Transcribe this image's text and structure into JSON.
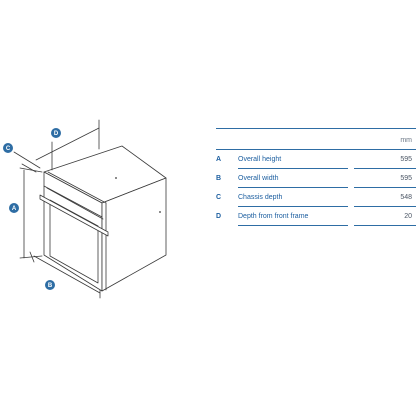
{
  "diagram": {
    "badges": [
      {
        "letter": "D"
      },
      {
        "letter": "C"
      },
      {
        "letter": "A"
      },
      {
        "letter": "B"
      }
    ],
    "colors": {
      "badge": "#2e6da4",
      "outline": "#3a3a3a",
      "rule": "#2e6da4"
    }
  },
  "spec_table": {
    "unit": "mm",
    "rows": [
      {
        "key": "A",
        "label": "Overall height",
        "value": "595"
      },
      {
        "key": "B",
        "label": "Overall width",
        "value": "595"
      },
      {
        "key": "C",
        "label": "Chassis depth",
        "value": "548"
      },
      {
        "key": "D",
        "label": "Depth from front frame",
        "value": "20"
      }
    ]
  }
}
